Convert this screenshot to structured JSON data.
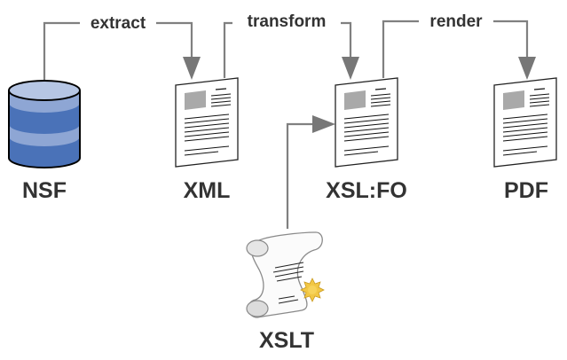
{
  "diagram": {
    "nodes": [
      {
        "id": "nsf",
        "label": "NSF",
        "icon": "database-icon"
      },
      {
        "id": "xml",
        "label": "XML",
        "icon": "document-icon"
      },
      {
        "id": "xslfo",
        "label": "XSL:FO",
        "icon": "document-icon"
      },
      {
        "id": "pdf",
        "label": "PDF",
        "icon": "document-icon"
      },
      {
        "id": "xslt",
        "label": "XSLT",
        "icon": "scroll-icon"
      }
    ],
    "edges": [
      {
        "from": "nsf",
        "to": "xml",
        "label": "extract"
      },
      {
        "from": "xml",
        "to": "xslfo",
        "label": "transform"
      },
      {
        "from": "xslfo",
        "to": "pdf",
        "label": "render"
      },
      {
        "from": "xslt",
        "to": "xslfo",
        "label": ""
      }
    ]
  },
  "colors": {
    "connector": "#808080",
    "arrowhead": "#777777",
    "text": "#333333",
    "db_light": "#8ea6d4",
    "db_dark": "#4a72b8",
    "db_top": "#b6c6e4",
    "doc_block": "#a9a9a9",
    "seal": "#f2c744"
  }
}
